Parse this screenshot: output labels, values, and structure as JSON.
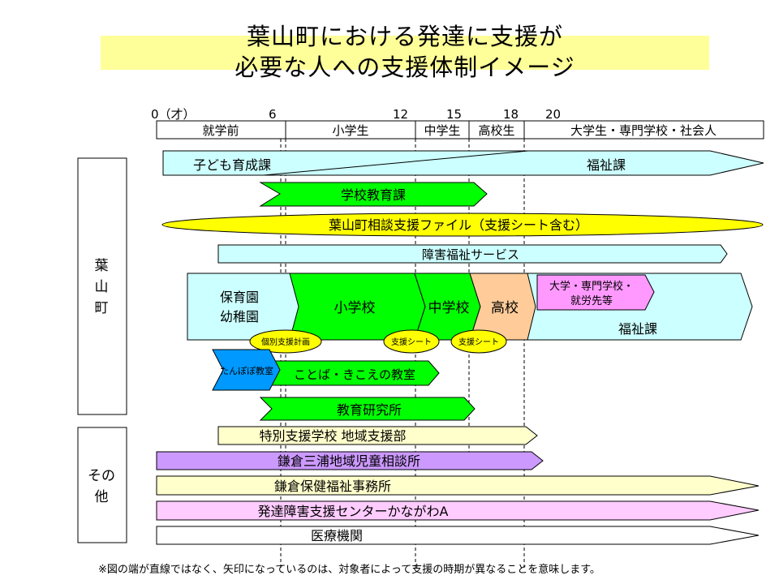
{
  "title": {
    "line1": "葉山町における発達に支援が",
    "line2": "必要な人への支援体制イメージ"
  },
  "age_axis": {
    "ticks": [
      "0（才）",
      "6",
      "12",
      "15",
      "18",
      "20"
    ],
    "stages": [
      "就学前",
      "小学生",
      "中学生",
      "高校生",
      "大学生・専門学校・社会人"
    ]
  },
  "groups": {
    "hayama": "葉\n山\n町",
    "other": "その\n他"
  },
  "bars": {
    "kodomo": "子ども育成課",
    "fukushi_top": "福祉課",
    "gakko": "学校教育課",
    "file": "葉山町相談支援ファイル（支援シート含む）",
    "shogai": "障害福祉サービス",
    "hoiku1": "保育園",
    "hoiku2": "幼稚園",
    "shogakko": "小学校",
    "chugakko": "中学校",
    "koko": "高校",
    "daigaku1": "大学・専門学校・",
    "daigaku2": "就労先等",
    "fukushi_mid": "福祉課",
    "ellipse1": "個別支援計画",
    "ellipse2": "支援シート",
    "ellipse3": "支援シート",
    "tanpopo": "たんぽぽ教室",
    "kotoba": "ことば・きこえの教室",
    "kenkyu": "教育研究所",
    "tokubetsu": "特別支援学校 地域支援部",
    "jido": "鎌倉三浦地域児童相談所",
    "hoken": "鎌倉保健福祉事務所",
    "hattatsu": "発達障害支援センターかながわA",
    "iryo": "医療機関"
  },
  "footnote": "※図の端が直線ではなく、矢印になっているのは、対象者によって支援の時期が異なることを意味します。",
  "colors": {
    "title_bg": "#ffff99",
    "light_cyan": "#ccffff",
    "green": "#00ff00",
    "yellow": "#ffff00",
    "light_yellow": "#ffffcc",
    "peach": "#ffcc99",
    "pink": "#ff99ff",
    "light_pink": "#ffccff",
    "purple": "#cc99ff",
    "blue": "#0099ff"
  }
}
